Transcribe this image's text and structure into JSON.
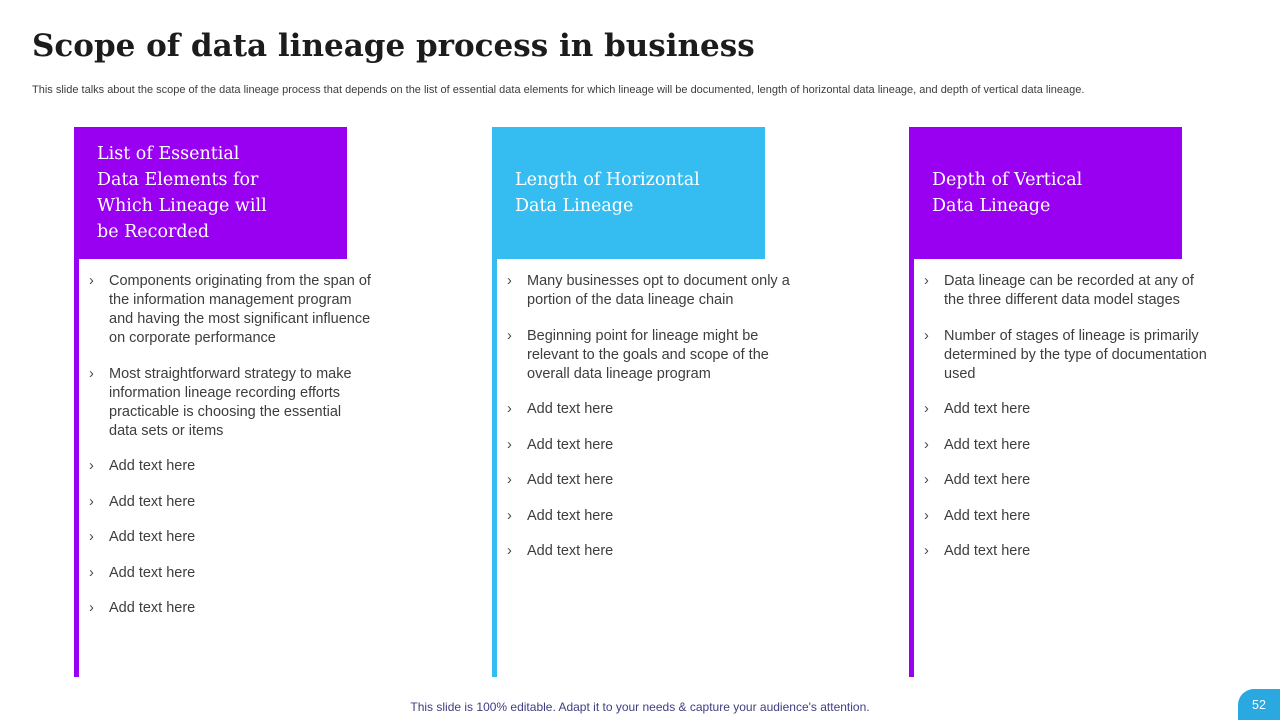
{
  "slide": {
    "title": "Scope of data lineage process in business",
    "subtitle": "This slide talks about the scope of the data lineage process that depends on the list of essential data elements for which lineage will be documented, length of horizontal data lineage, and depth of vertical data lineage.",
    "footer": "This slide is 100% editable. Adapt it to your needs & capture your audience's attention.",
    "page_number": "52",
    "bullet_marker": "›",
    "colors": {
      "purple": "#9900f2",
      "blue": "#35bdf2",
      "badge_blue": "#29a9e0"
    },
    "columns": [
      {
        "header": "List of Essential\nData Elements for\nWhich Lineage will\nbe Recorded",
        "accent": "purple",
        "bullets": [
          "Components originating from the span of the information management program and having the most significant influence on corporate performance",
          "Most straightforward strategy to make information lineage recording efforts practicable is choosing the essential data sets or items",
          "Add text here",
          "Add text here",
          "Add text here",
          "Add text here",
          "Add text here"
        ]
      },
      {
        "header": "Length of Horizontal\nData Lineage",
        "accent": "blue",
        "bullets": [
          "Many businesses opt to document only a portion of the data lineage chain",
          "Beginning point for lineage might be relevant to the goals and scope of the overall data lineage program",
          "Add text here",
          "Add text here",
          "Add text here",
          "Add text here",
          "Add text here"
        ]
      },
      {
        "header": "Depth of Vertical\nData Lineage",
        "accent": "purple",
        "bullets": [
          "Data lineage can be recorded at any of the three different data model stages",
          "Number of stages of lineage is primarily determined by the type of documentation used",
          "Add text here",
          "Add text here",
          "Add text here",
          "Add text here",
          "Add text here"
        ]
      }
    ]
  }
}
